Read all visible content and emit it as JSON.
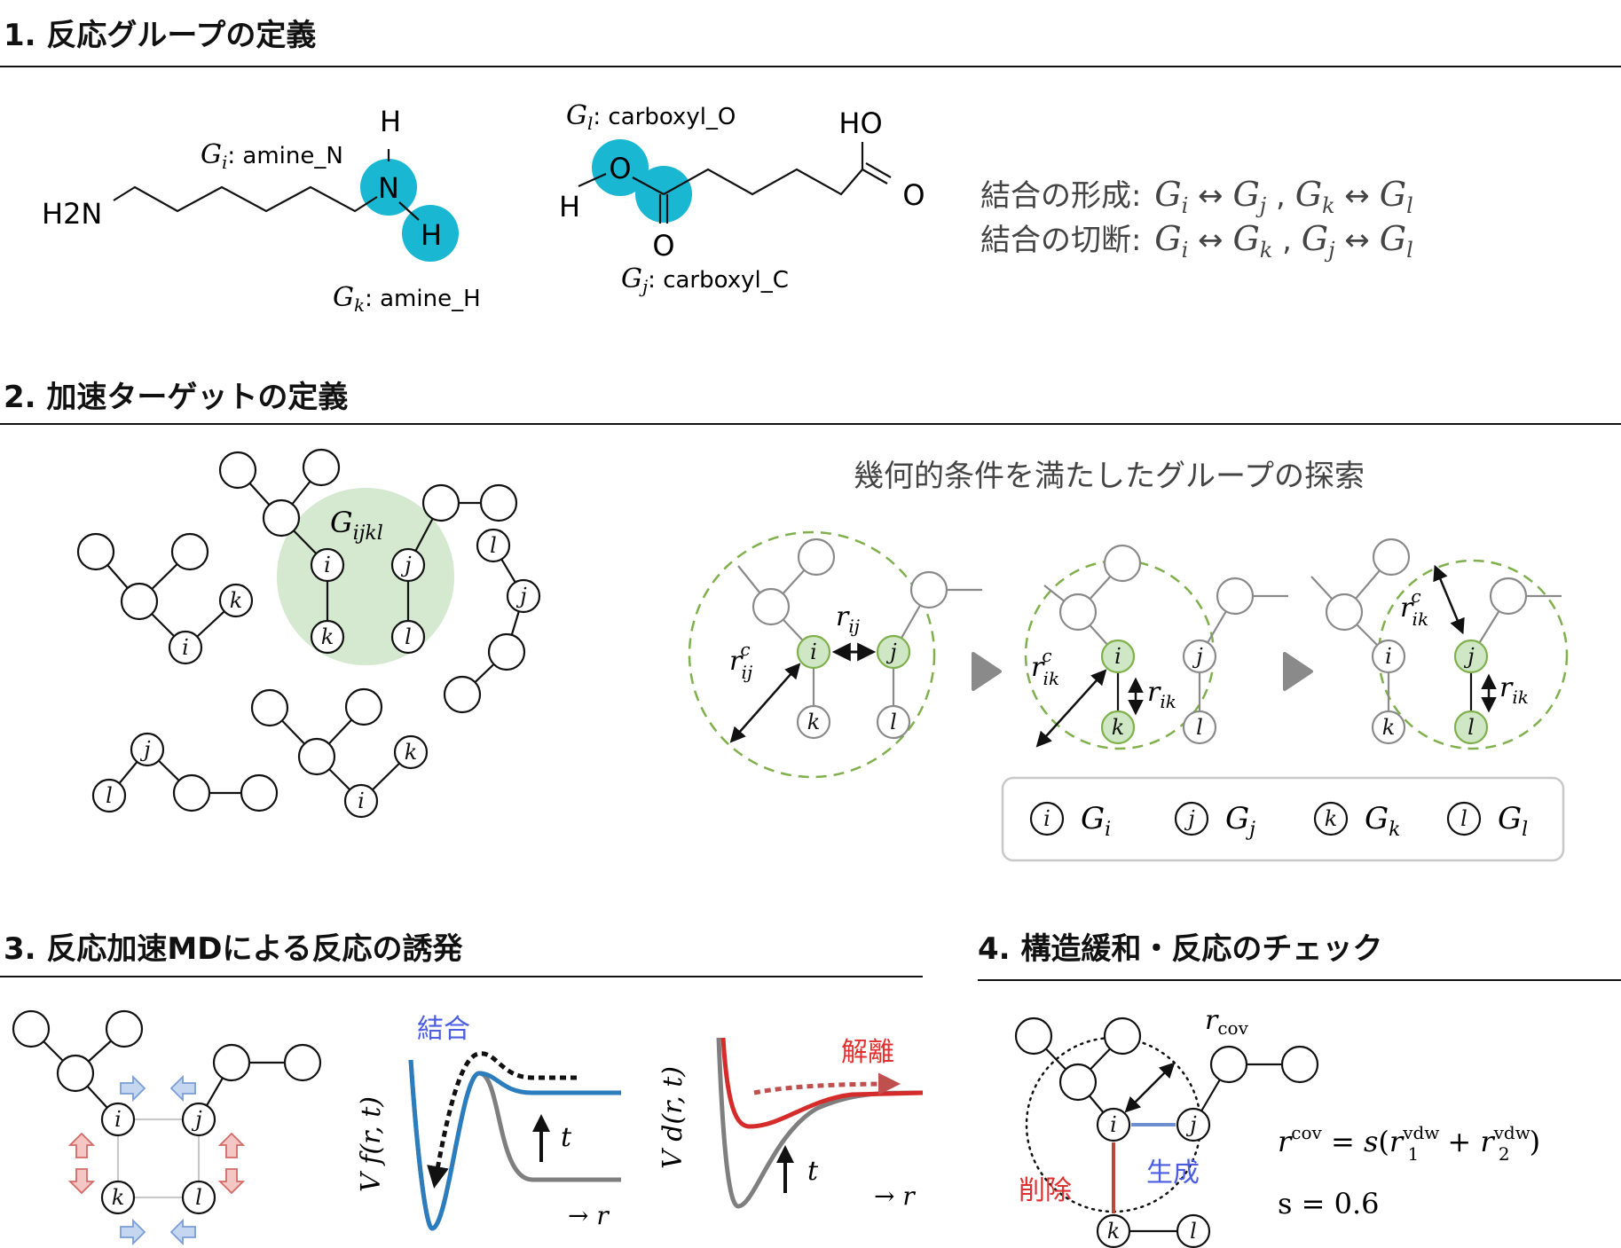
{
  "sections": {
    "s1": "1. 反応グループの定義",
    "s2": "2. 加速ターゲットの定義",
    "s3": "3. 反応加速MDによる反応の誘発",
    "s4": "4. 構造緩和・反応のチェック"
  },
  "molecule1": {
    "h2n": "H2N",
    "n_atom": "N",
    "h_top": "H",
    "h_side": "H",
    "gi_group": "amine_N",
    "gk_group": "amine_H"
  },
  "molecule2": {
    "o_left": "O",
    "h_left": "H",
    "o_bottom": "O",
    "ho_right": "HO",
    "o_right": "O",
    "gl_group": "carboxyl_O",
    "gj_group": "carboxyl_C"
  },
  "rules": {
    "formation_label": "結合の形成:",
    "cleavage_label": "結合の切断:"
  },
  "search": {
    "title": "幾何的条件を満たしたグループの探索"
  },
  "labels": {
    "i": "i",
    "j": "j",
    "k": "k",
    "l": "l",
    "G": "G",
    "Gijkl": "ijkl",
    "r": "r",
    "t": "t",
    "s_eq": "s = 0.6"
  },
  "section3": {
    "bond_label": "結合",
    "dissoc_label": "解離",
    "vf_label": "V f(r, t)",
    "vd_label": "V d(r, t)",
    "r_axis": "→ r"
  },
  "section4": {
    "delete_label": "削除",
    "create_label": "生成",
    "rcov_label": "cov",
    "formula": "rcov = s(r1vdw + r2vdw)"
  },
  "colors": {
    "cyan": "#19b7d2",
    "green_fill": "#d4e9cf",
    "green_node": "#cfe7c4",
    "green_dash": "#7fb04c",
    "blue_curve": "#2b7dbd",
    "red_curve": "#d62b2b",
    "grey_curve": "#7f7f7f",
    "blue_label": "#4b5de0",
    "red_label": "#e03030"
  }
}
